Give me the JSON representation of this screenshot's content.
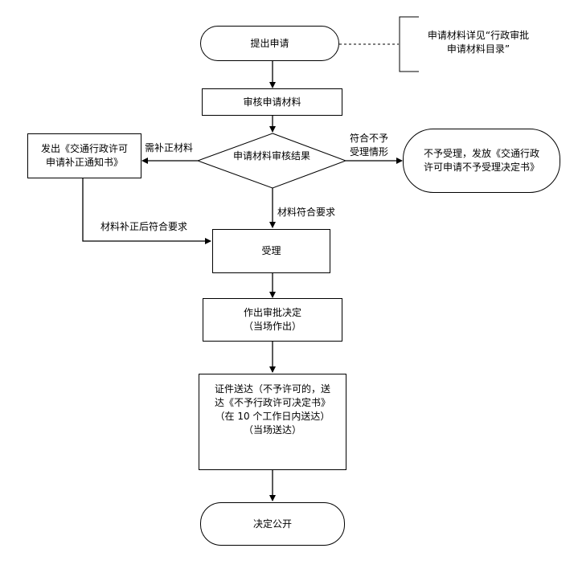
{
  "nodes": {
    "start": "提出申请",
    "review": "审核申请材料",
    "decision": "申请材料审核结果",
    "notify": "发出《交通行政许可\n申请补正通知书》",
    "reject": "不予受理，发放《交通行政\n许可申请不予受理决定书》",
    "accept": "受理",
    "approve": "作出审批决定\n（当场作出）",
    "deliver": "证件送达（不予许可的，送\n达《不予行政许可决定书》\n（在 10 个工作日内送达）\n（当场送达）",
    "publish": "决定公开"
  },
  "edge_labels": {
    "need_correction": "需补正材料",
    "not_accept": "符合不予\n受理情形",
    "meets": "材料符合要求",
    "after_correction": "材料补正后符合要求"
  },
  "note": "申请材料详见“行政审批\n申请材料目录”"
}
